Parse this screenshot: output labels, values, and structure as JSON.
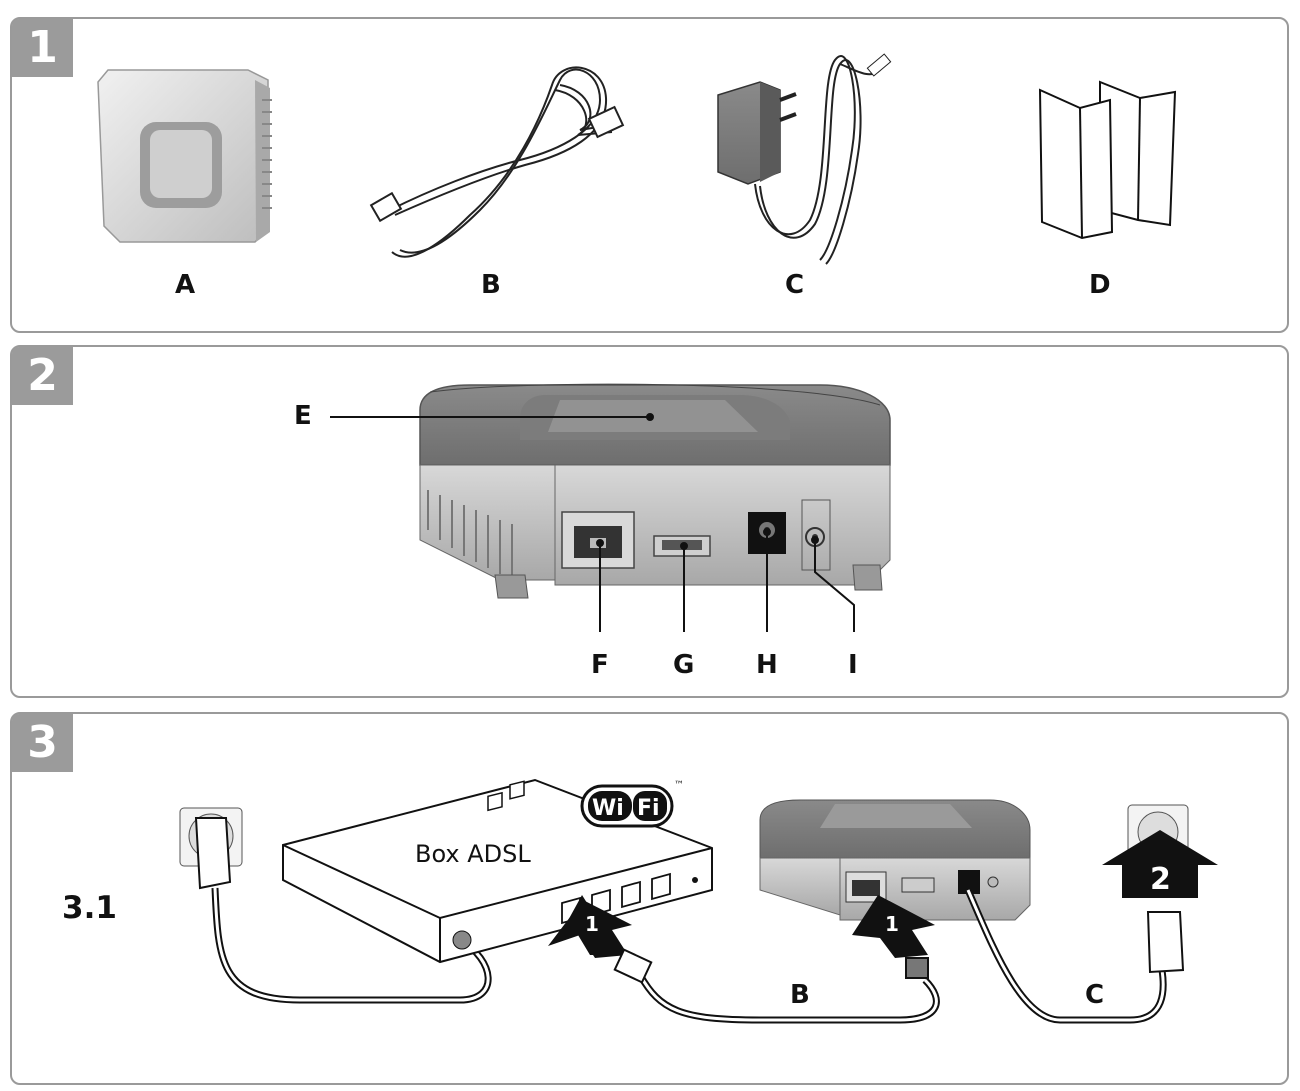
{
  "panel1": {
    "number": "1",
    "items": [
      "A",
      "B",
      "C",
      "D"
    ]
  },
  "panel2": {
    "number": "2",
    "callouts": [
      "E",
      "F",
      "G",
      "H",
      "I"
    ]
  },
  "panel3": {
    "number": "3",
    "step": "3.1",
    "box_label": "Box ADSL",
    "wifi_logo": "WiFi",
    "tm": "™",
    "arrows": [
      "1",
      "1",
      "2"
    ],
    "cable_labels": [
      "B",
      "C"
    ]
  }
}
